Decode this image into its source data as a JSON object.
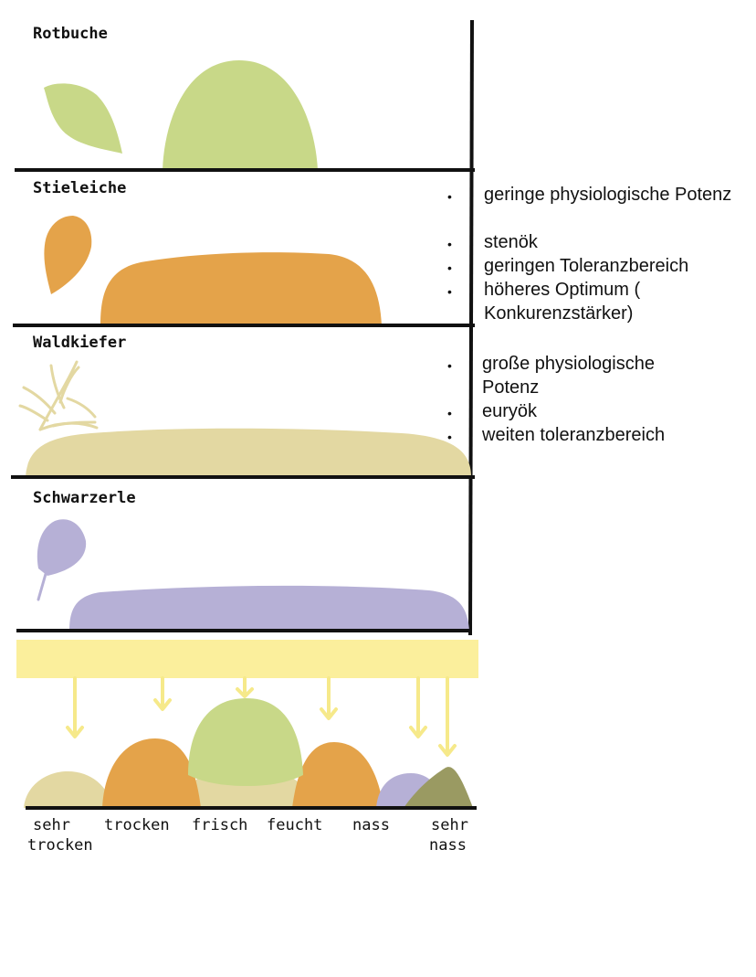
{
  "panels": [
    {
      "key": "rotbuche",
      "label": "Rotbuche",
      "color": "#c8d888",
      "leaf": "beech-leaf-icon"
    },
    {
      "key": "stieleiche",
      "label": "Stieleiche",
      "color": "#e4a34a",
      "leaf": "oak-leaf-icon"
    },
    {
      "key": "waldkiefer",
      "label": "Waldkiefer",
      "color": "#e3d8a2",
      "leaf": "pine-needles-icon"
    },
    {
      "key": "schwarzerle",
      "label": "Schwarzerle",
      "color": "#b6b0d6",
      "leaf": "alder-leaf-icon"
    }
  ],
  "moisture_labels": [
    [
      "sehr",
      "trocken"
    ],
    [
      "trocken"
    ],
    [
      "frisch"
    ],
    [
      "feucht"
    ],
    [
      "nass"
    ],
    [
      "sehr",
      "nass"
    ]
  ],
  "notes_oak": [
    "geringe physiologische Potenz",
    "stenök",
    "geringen Toleranzbereich",
    "höheres Optimum ( Konkurenzstärker)"
  ],
  "notes_pine": [
    "große physiologische Potenz",
    "euryök",
    "weiten toleranzbereich"
  ],
  "colors": {
    "band": "#fbef9c",
    "arrow": "#f6e98a",
    "olive": "#9a9a62",
    "line": "#111111"
  }
}
